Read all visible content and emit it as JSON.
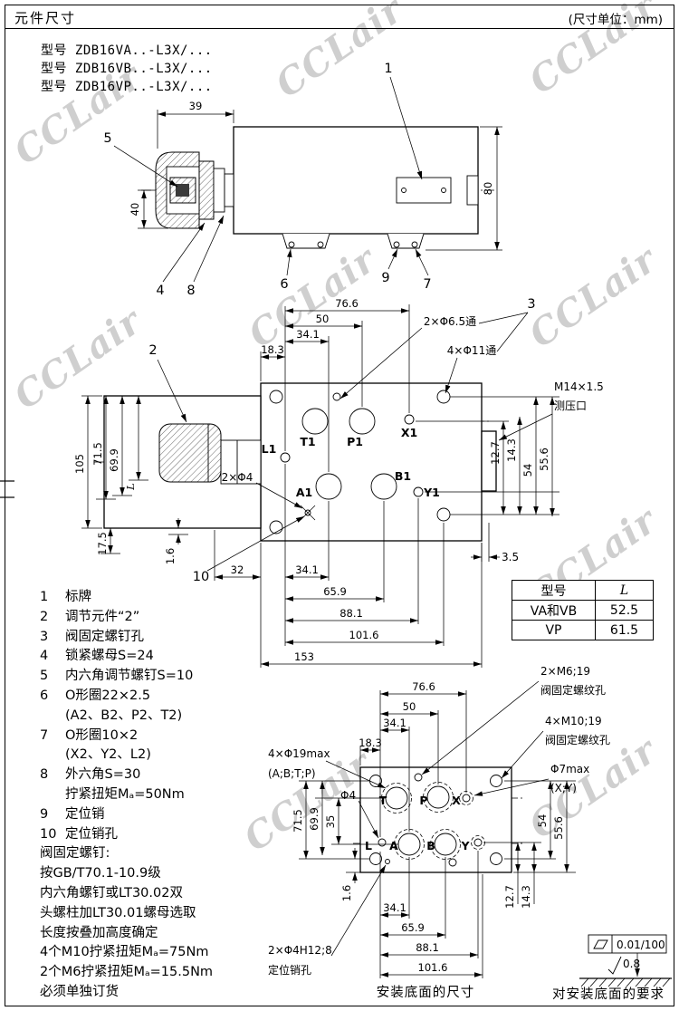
{
  "header": {
    "title": "元件尺寸",
    "unit": "(尺寸单位：mm)"
  },
  "watermark": "CCLair",
  "models": {
    "a": "型号 ZDB16VA..-L3X/...",
    "b": "型号 ZDB16VB..-L3X/...",
    "c": "型号 ZDB16VP..-L3X/..."
  },
  "side": {
    "d39": "39",
    "d40": "40",
    "d80": "80",
    "c1": "1",
    "c4": "4",
    "c5": "5",
    "c6": "6",
    "c7": "7",
    "c8": "8",
    "c9": "9"
  },
  "plan": {
    "d766": "76.6",
    "d50": "50",
    "d341t": "34.1",
    "d183": "18.3",
    "phi65": "2×Φ6.5通",
    "phi11": "4×Φ11通",
    "c3": "3",
    "m14": "M14×1.5",
    "m14sub": "测压口",
    "pL1": "L1",
    "pT1": "T1",
    "pP1": "P1",
    "pX1": "X1",
    "pA1": "A1",
    "pB1": "B1",
    "pY1": "Y1",
    "phi4": "2×Φ4",
    "c2": "2",
    "c10": "10",
    "d105": "105",
    "d715": "71.5",
    "d699": "69.9",
    "dL": "L",
    "d175": "17.5",
    "d16": "1.6",
    "d127": "12.7",
    "d143": "14.3",
    "d54": "54",
    "d556": "55.6",
    "d32": "32",
    "d341b": "34.1",
    "d659": "65.9",
    "d881": "88.1",
    "d1016": "101.6",
    "d153": "153",
    "d35": "3.5"
  },
  "table": {
    "h1": "型号",
    "h2": "L",
    "r1c1": "VA和VB",
    "r1c2": "52.5",
    "r2c1": "VP",
    "r2c2": "61.5"
  },
  "legend": {
    "items": [
      {
        "n": "1",
        "t": "标牌"
      },
      {
        "n": "2",
        "t": "调节元件“2”"
      },
      {
        "n": "3",
        "t": "阀固定螺钉孔"
      },
      {
        "n": "4",
        "t": "锁紧螺母S=24"
      },
      {
        "n": "5",
        "t": "内六角调节螺钉S=10"
      },
      {
        "n": "6",
        "t": "O形圈22×2.5"
      },
      {
        "n": "",
        "t": "(A2、B2、P2、T2)"
      },
      {
        "n": "7",
        "t": "O形圈10×2"
      },
      {
        "n": "",
        "t": "(X2、Y2、L2)"
      },
      {
        "n": "8",
        "t": "外六角S=30"
      },
      {
        "n": "",
        "t": "拧紧扭矩Mₐ=50Nm"
      },
      {
        "n": "9",
        "t": "定位销"
      },
      {
        "n": "10",
        "t": "定位销孔"
      }
    ],
    "note": [
      "阀固定螺钉:",
      "按GB/T70.1-10.9级",
      "内六角螺钉或LT30.02双",
      "头螺柱加LT30.01螺母选取",
      "长度按叠加高度确定",
      "4个M10拧紧扭矩Mₐ=75Nm",
      "2个M6拧紧扭矩Mₐ=15.5Nm",
      "必须单独订货"
    ]
  },
  "base": {
    "caption": "安装底面的尺寸",
    "d766": "76.6",
    "d50": "50",
    "d341t": "34.1",
    "d183": "18.3",
    "m6": "2×M6;19",
    "m6sub": "阀固定螺纹孔",
    "m10": "4×M10;19",
    "m10sub": "阀固定螺纹孔",
    "phi19": "4×Φ19max",
    "phi19sub": "(A;B;T;P)",
    "phi7": "Φ7max",
    "phi7sub": "(X;Y)",
    "phi4": "Φ4",
    "pT": "T",
    "pP": "P",
    "pX": "X",
    "pL": "L",
    "pA": "A",
    "pB": "B",
    "pY": "Y",
    "d715": "71.5",
    "d699": "69.9",
    "d35": "35",
    "d16": "1.6",
    "d341b": "34.1",
    "d659": "65.9",
    "d881": "88.1",
    "d1016": "101.6",
    "d127": "12.7",
    "d143": "14.3",
    "d54": "54",
    "d556": "55.6",
    "pin": "2×Φ4H12;8",
    "pinsub": "定位销孔"
  },
  "req": {
    "title": "对安装底面的要求",
    "flatness": "0.01/100",
    "roughness": "0.8"
  }
}
